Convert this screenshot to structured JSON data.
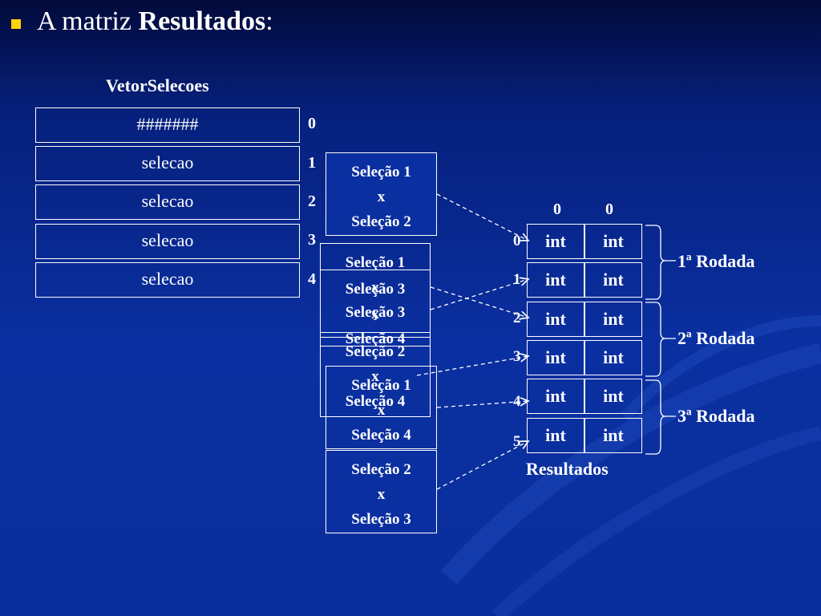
{
  "slide": {
    "bullet_color": "#ffd400",
    "title_prefix": "A matriz ",
    "title_bold": "Resultados",
    "title_suffix": ":"
  },
  "vetor": {
    "label": "VetorSelecoes",
    "items": [
      "#######",
      "selecao",
      "selecao",
      "selecao",
      "selecao"
    ],
    "indices": [
      "0",
      "1",
      "2",
      "3",
      "4"
    ]
  },
  "matches": [
    {
      "line1": "Seleção 1",
      "line2": "x",
      "line3": "Seleção 2"
    },
    {
      "line1": "Seleção 1",
      "line2": "x",
      "line3": "Seleção 3"
    },
    {
      "line1": "Seleção 3",
      "line2": "x",
      "line3": "Seleção 4"
    },
    {
      "line1": "Seleção 2",
      "line2": "x",
      "line3": "Seleção 4"
    },
    {
      "line1": "Seleção 1",
      "line2": "x",
      "line3": "Seleção 4"
    },
    {
      "line1": "Seleção 2",
      "line2": "x",
      "line3": "Seleção 3"
    }
  ],
  "resultados": {
    "label": "Resultados",
    "col_indices": [
      "0",
      "0"
    ],
    "row_indices": [
      "0",
      "1",
      "2",
      "3",
      "4",
      "5"
    ],
    "cell_text": "int",
    "rounds": [
      "1ª Rodada",
      "2ª Rodada",
      "3ª Rodada"
    ]
  }
}
